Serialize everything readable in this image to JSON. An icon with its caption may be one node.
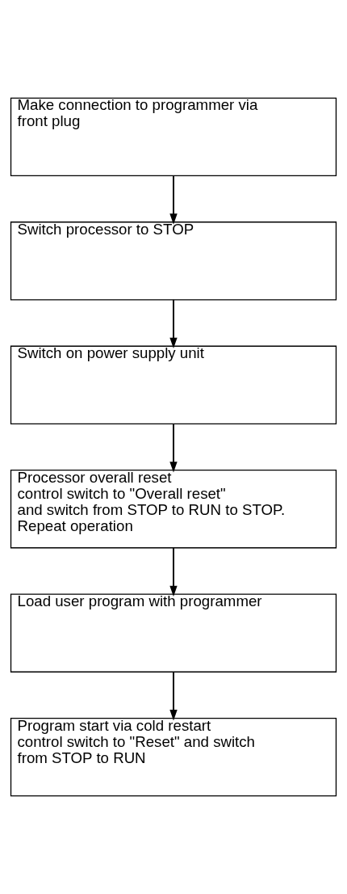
{
  "diagram": {
    "nodes": [
      {
        "text": [
          "Make connection to programmer via front plug"
        ]
      },
      {
        "text": [
          "Switch processor to STOP"
        ]
      },
      {
        "text": [
          "Switch on power supply unit"
        ]
      },
      {
        "text": [
          "Processor overall reset",
          "control switch to \"Overall reset\" and switch from STOP to RUN to STOP. Repeat operation"
        ]
      },
      {
        "text": [
          "Load user program with programmer"
        ]
      },
      {
        "text": [
          "Program start via cold restart",
          "control switch to \"Reset\" and switch from STOP to RUN"
        ]
      }
    ],
    "edges": [
      {
        "from": 0,
        "to": 1,
        "arrow": "to"
      },
      {
        "from": 1,
        "to": 2,
        "arrow": "to"
      },
      {
        "from": 2,
        "to": 3,
        "arrow": "to"
      },
      {
        "from": 3,
        "to": 4,
        "arrow": "to"
      },
      {
        "from": 4,
        "to": 5,
        "arrow": "to"
      }
    ]
  }
}
